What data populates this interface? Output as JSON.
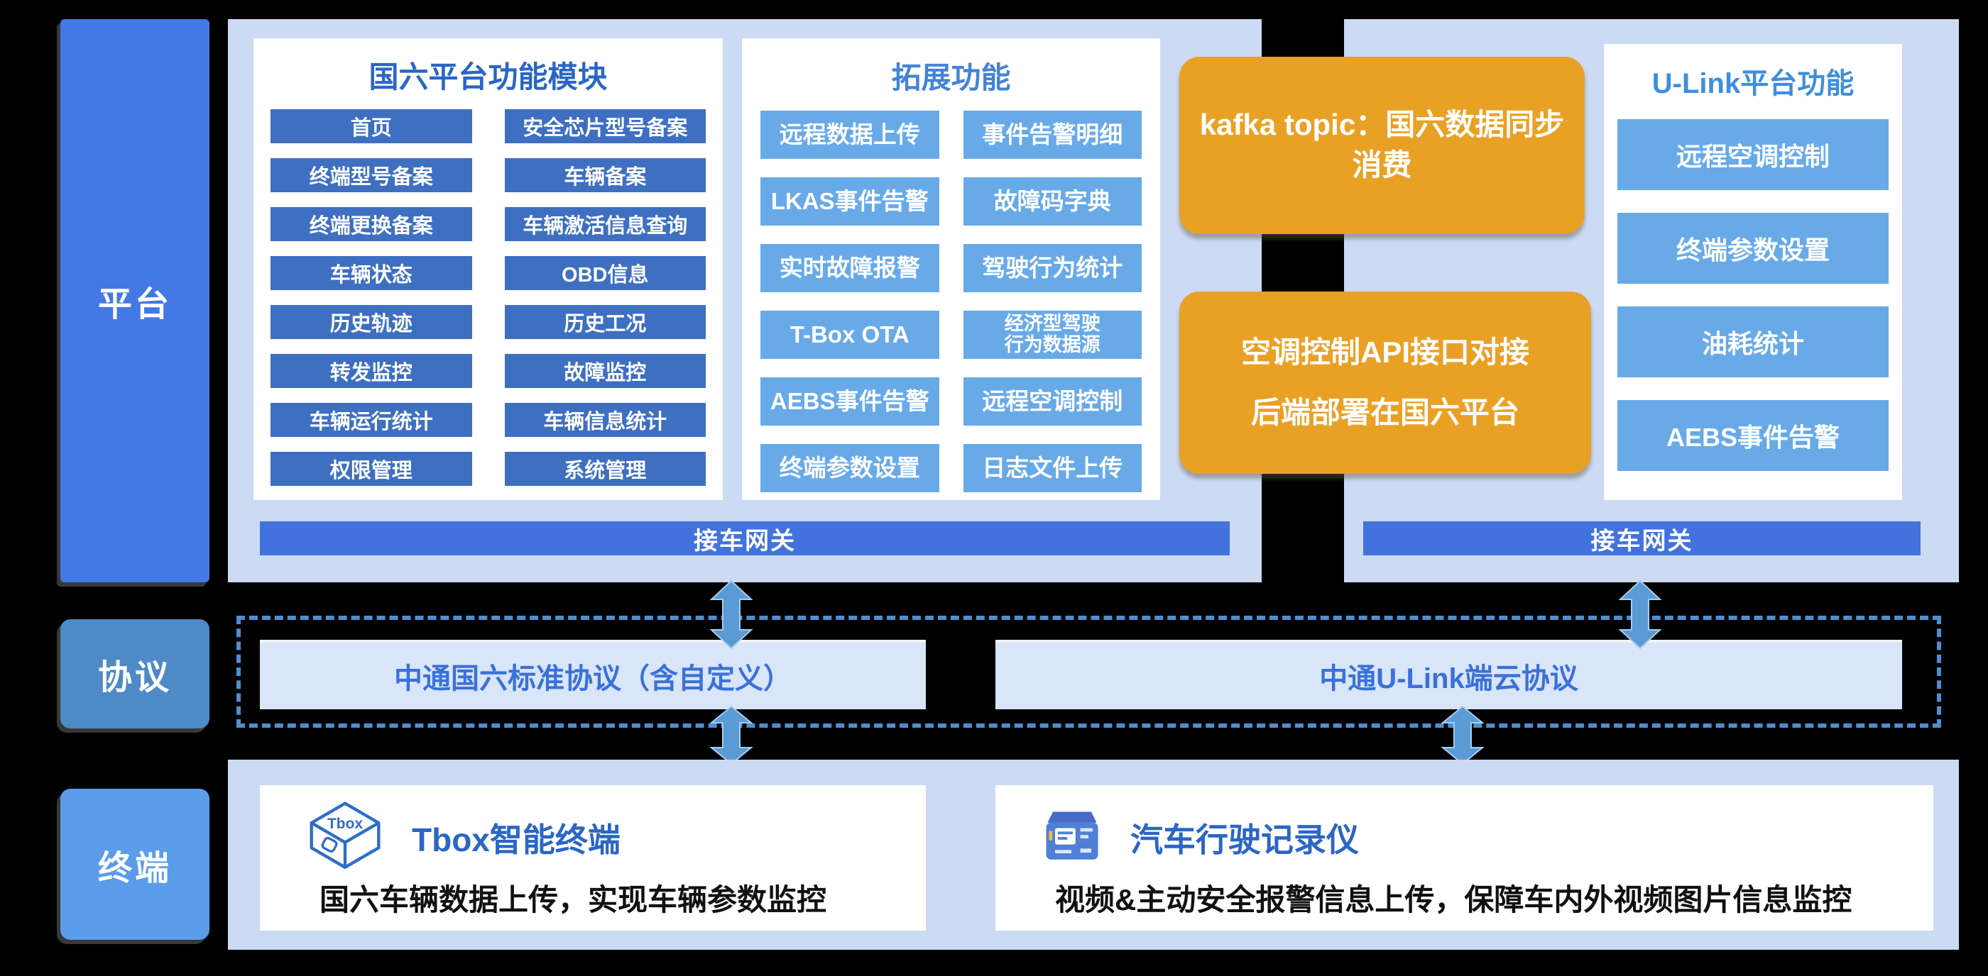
{
  "colors": {
    "background": "#000000",
    "panel_bg": "#ccdaf4",
    "card_bg": "#ffffff",
    "dark_button": "#3e6fc1",
    "light_button": "#68aae8",
    "gateway_bar": "#4273dc",
    "orange_note": "#e9a125",
    "protocol_box_bg": "#d9e5f8",
    "protocol_text": "#3a70d9",
    "title_blue": "#2b66c5",
    "label_platform": "#4478e4",
    "label_protocol": "#4e8ac6",
    "label_terminal": "#5b9ceb",
    "arrow_blue": "#5b9bd5",
    "dashed_border": "#4e8ed3"
  },
  "sidebar": {
    "platform": "平台",
    "protocol": "协议",
    "terminal": "终端"
  },
  "guoliu": {
    "title": "国六平台功能模块",
    "buttons": [
      "首页",
      "安全芯片型号备案",
      "终端型号备案",
      "车辆备案",
      "终端更换备案",
      "车辆激活信息查询",
      "车辆状态",
      "OBD信息",
      "历史轨迹",
      "历史工况",
      "转发监控",
      "故障监控",
      "车辆运行统计",
      "车辆信息统计",
      "权限管理",
      "系统管理"
    ]
  },
  "tuozhan": {
    "title": "拓展功能",
    "buttons": [
      "远程数据上传",
      "事件告警明细",
      "LKAS事件告警",
      "故障码字典",
      "实时故障报警",
      "驾驶行为统计",
      "T-Box OTA",
      "经济型驾驶\n行为数据源",
      "AEBS事件告警",
      "远程空调控制",
      "终端参数设置",
      "日志文件上传"
    ]
  },
  "ulink": {
    "title": "U-Link平台功能",
    "buttons": [
      "远程空调控制",
      "终端参数设置",
      "油耗统计",
      "AEBS事件告警"
    ]
  },
  "notes": {
    "kafka": "kafka topic：国六数据同步\n消费",
    "api_line1": "空调控制API接口对接",
    "api_line2": "后端部署在国六平台"
  },
  "gateway": {
    "left": "接车网关",
    "right": "接车网关"
  },
  "protocol": {
    "left": "中通国六标准协议（含自定义）",
    "right": "中通U-Link端云协议"
  },
  "terminal": {
    "tbox": {
      "icon_label": "Tbox",
      "title": "Tbox智能终端",
      "desc": "国六车辆数据上传，实现车辆参数监控"
    },
    "recorder": {
      "title": "汽车行驶记录仪",
      "desc": "视频&主动安全报警信息上传，保障车内外视频图片信息监控"
    }
  }
}
